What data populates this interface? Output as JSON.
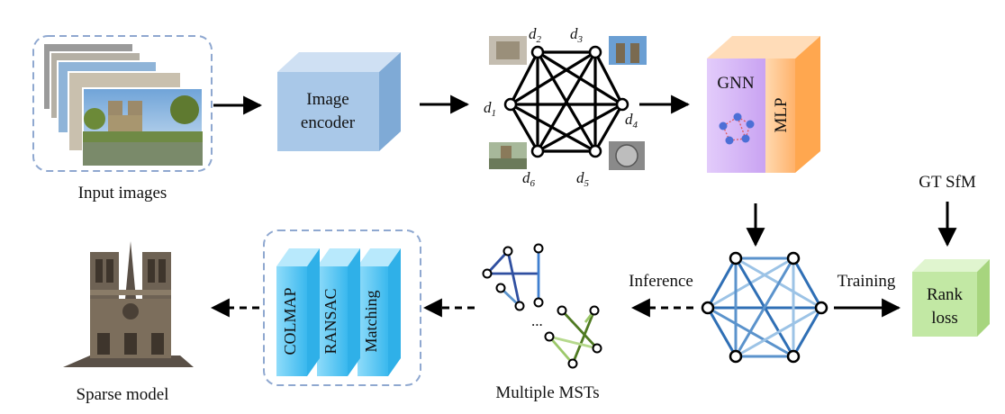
{
  "labels": {
    "input_images": "Input images",
    "image_encoder_line1": "Image",
    "image_encoder_line2": "encoder",
    "gnn": "GNN",
    "mlp": "MLP",
    "gt_sfm": "GT SfM",
    "training": "Training",
    "inference": "Inference",
    "rank_loss_line1": "Rank",
    "rank_loss_line2": "loss",
    "multiple_msts": "Multiple MSTs",
    "ellipsis": "...",
    "matching": "Matching",
    "ransac": "RANSAC",
    "colmap": "COLMAP",
    "sparse_model": "Sparse model"
  },
  "descriptors": {
    "d1": "d",
    "d1_sub": "1",
    "d2": "d",
    "d2_sub": "2",
    "d3": "d",
    "d3_sub": "3",
    "d4": "d",
    "d4_sub": "4",
    "d5": "d",
    "d5_sub": "5",
    "d6": "d",
    "d6_sub": "6"
  },
  "colors": {
    "dashed_frame": "#8fa8d0",
    "encoder_front": "#a9c8e8",
    "encoder_side": "#7faad6",
    "gnn_purple": "#c9a3f2",
    "mlp_orange": "#ffb26b",
    "pipeline_blue": "#4cc6f4",
    "rank_loss_green": "#c2e8a4",
    "graph_blue": "#2f6fb5",
    "graph_light": "#9cc3e6",
    "mst_green": "#5b8a2e"
  }
}
